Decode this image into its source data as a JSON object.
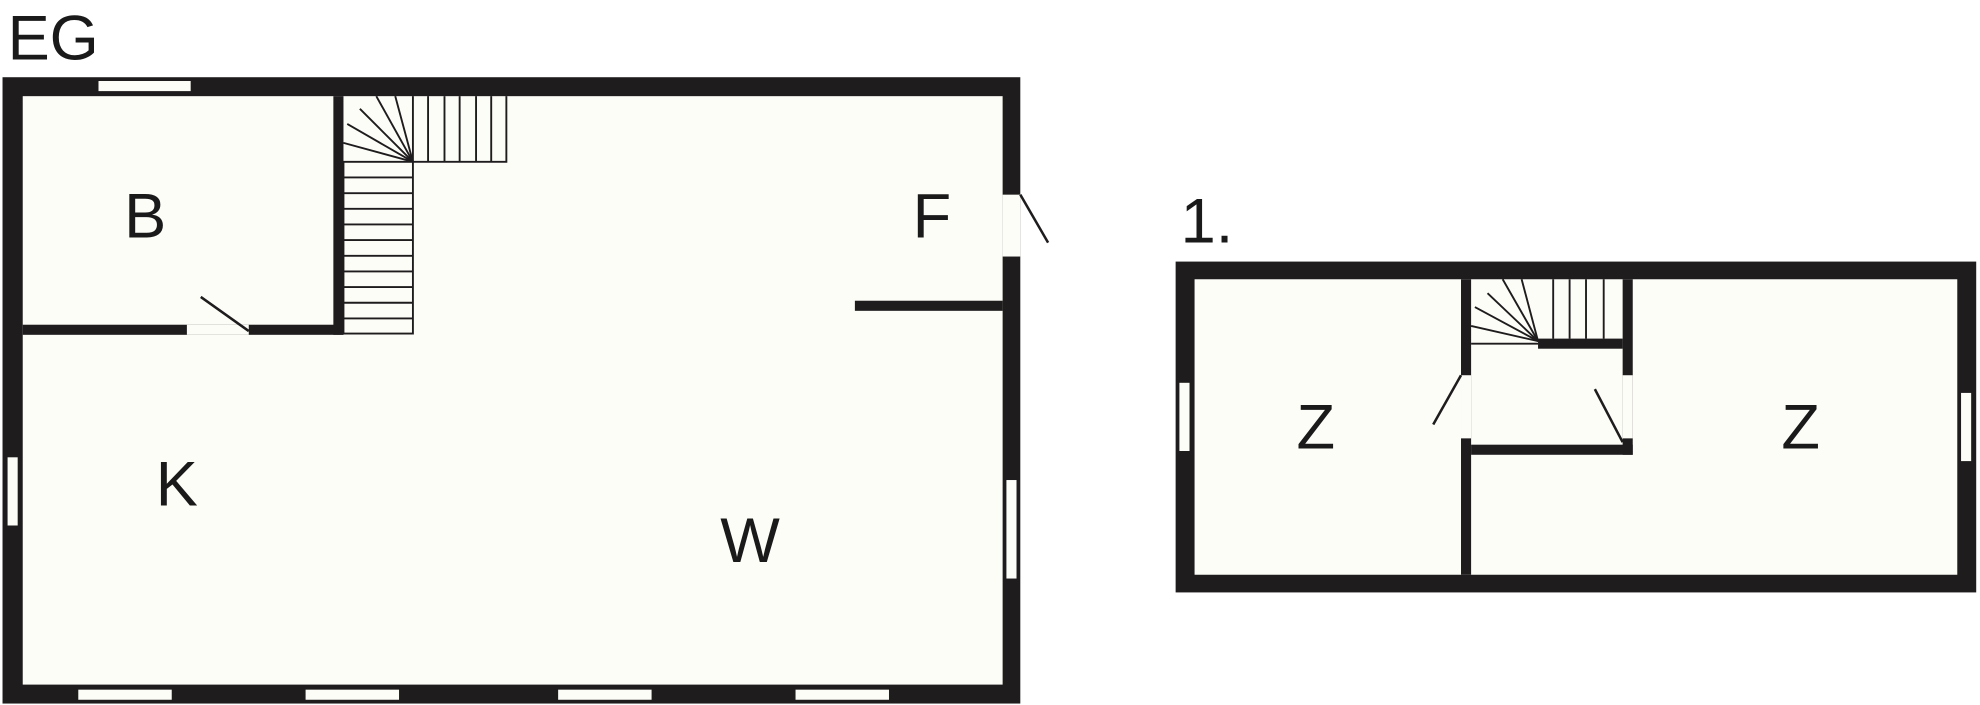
{
  "floors": [
    {
      "name": "EG",
      "rooms": [
        {
          "label": "B"
        },
        {
          "label": "F"
        },
        {
          "label": "K"
        },
        {
          "label": "W"
        }
      ]
    },
    {
      "name": "1.",
      "rooms": [
        {
          "label": "Z"
        },
        {
          "label": "Z"
        }
      ]
    }
  ],
  "colors": {
    "wall": "#1f1c1d",
    "floor": "#fdfdf8"
  }
}
